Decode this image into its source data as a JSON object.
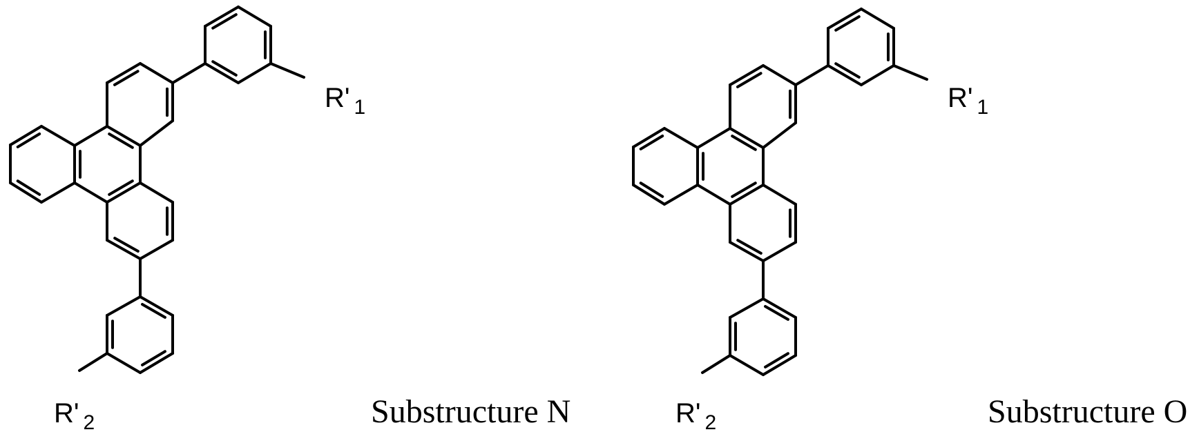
{
  "structures": [
    {
      "id": "N",
      "caption": "Substructure N",
      "substituents": {
        "r1": {
          "main": "R'",
          "sub": "1"
        },
        "r2": {
          "main": "R'",
          "sub": "2"
        }
      }
    },
    {
      "id": "O",
      "caption": "Substructure O",
      "substituents": {
        "r1": {
          "main": "R'",
          "sub": "1"
        },
        "r2": {
          "main": "R'",
          "sub": "2"
        }
      }
    }
  ]
}
